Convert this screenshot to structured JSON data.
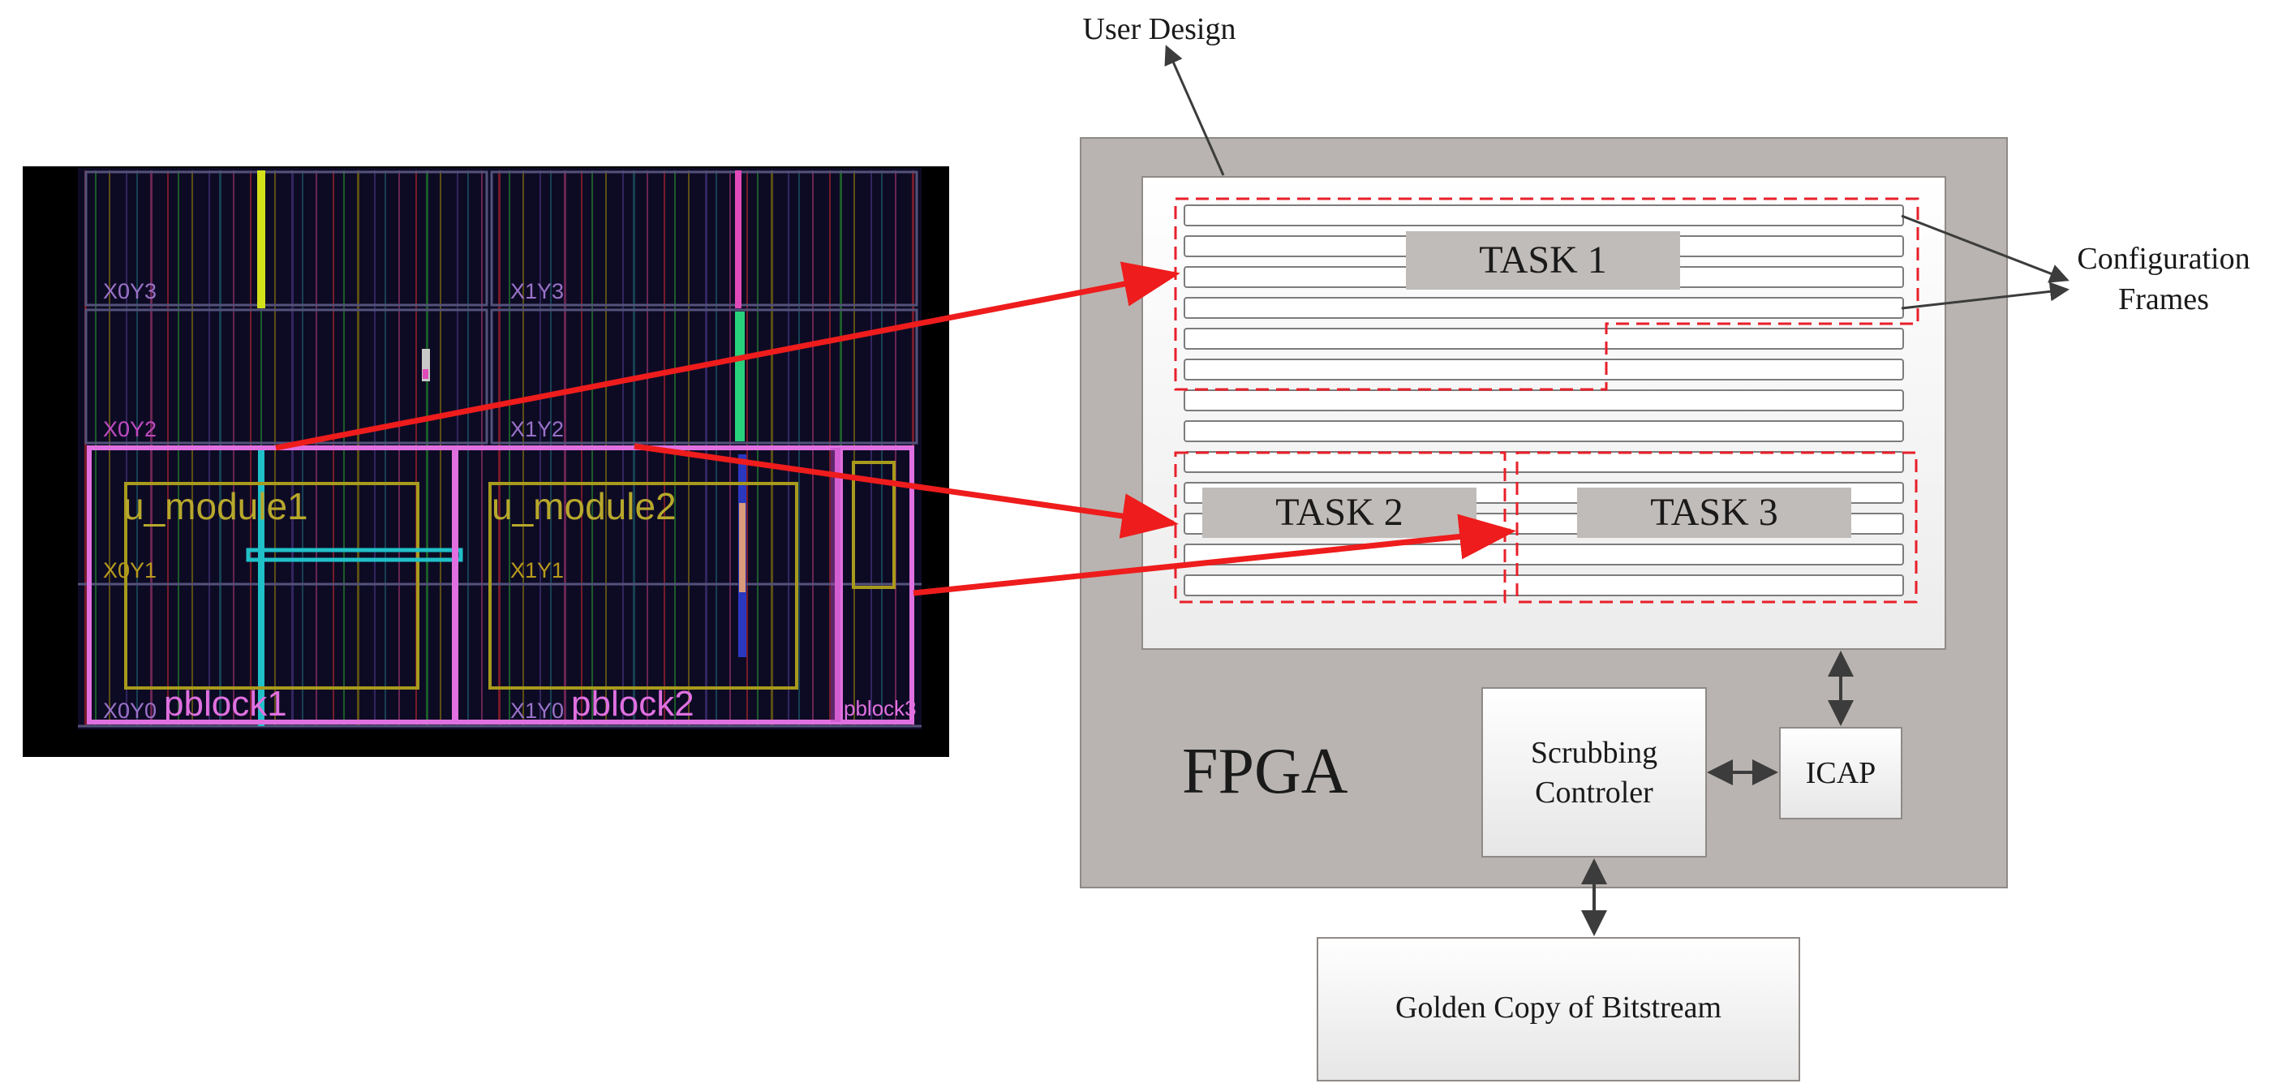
{
  "labels": {
    "user_design": "User Design",
    "config_frames_line1": "Configuration",
    "config_frames_line2": "Frames",
    "task1": "TASK 1",
    "task2": "TASK 2",
    "task3": "TASK 3",
    "fpga": "FPGA",
    "scrubbing_line1": "Scrubbing",
    "scrubbing_line2": "Controler",
    "icap": "ICAP",
    "golden_copy": "Golden Copy of Bitstream"
  },
  "floorplan": {
    "regions": [
      "X0Y3",
      "X1Y3",
      "X0Y2",
      "X1Y2",
      "X0Y1",
      "X1Y1",
      "X0Y0",
      "X1Y0"
    ],
    "modules": [
      "u_module1",
      "u_module2"
    ],
    "pblocks": [
      "pblock1",
      "pblock2",
      "pblock3"
    ]
  },
  "colors": {
    "fpga_gray": "#b9b4b1",
    "task_gray": "#c0bcb9",
    "dashed_red": "#e8202a",
    "arrow_red": "#ee1c1c",
    "pblock_magenta": "#e070e0",
    "module_olive": "#a89a1c",
    "region_label": "#9a72c8"
  }
}
